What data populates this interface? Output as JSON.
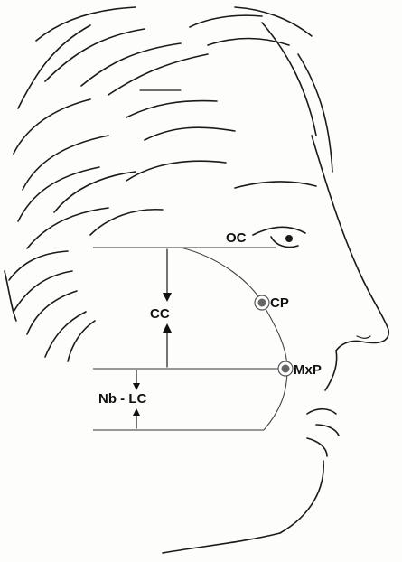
{
  "labels": {
    "oc": "OC",
    "cp": "CP",
    "cc": "CC",
    "mxp": "MxP",
    "nb_lc": "Nb - LC"
  }
}
